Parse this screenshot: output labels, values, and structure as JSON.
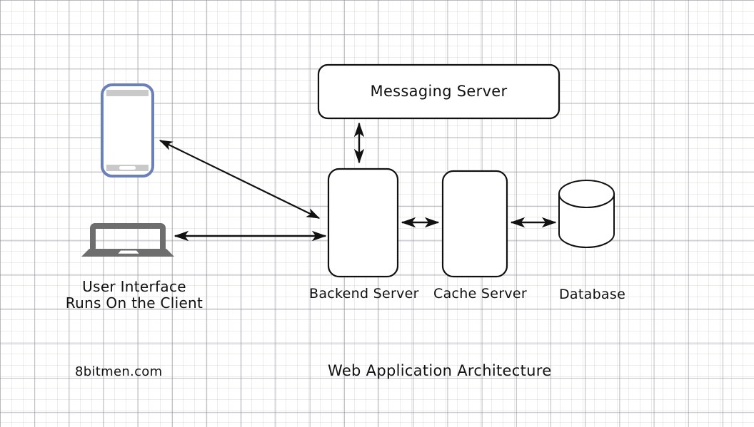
{
  "diagram": {
    "title": "Web Application Architecture",
    "watermark": "8bitmen.com",
    "background": "grid-paper",
    "stroke_color": "#111111",
    "phone_border_color": "#6b80b8",
    "phone_bezel_color": "#c9c9c9",
    "laptop_color": "#6e6e6e",
    "nodes": [
      {
        "id": "messaging-server",
        "label": "Messaging Server",
        "shape": "rounded-rect"
      },
      {
        "id": "backend-server",
        "label": "Backend Server",
        "shape": "rounded-rect"
      },
      {
        "id": "cache-server",
        "label": "Cache Server",
        "shape": "rounded-rect"
      },
      {
        "id": "database",
        "label": "Database",
        "shape": "cylinder"
      },
      {
        "id": "smartphone",
        "label": "",
        "shape": "phone-icon"
      },
      {
        "id": "laptop",
        "label": "",
        "shape": "laptop-icon"
      }
    ],
    "client_caption": {
      "line1": "User Interface",
      "line2": "Runs On the Client"
    },
    "connections": [
      {
        "from": "backend-server",
        "to": "messaging-server",
        "type": "double-arrow",
        "orientation": "vertical"
      },
      {
        "from": "smartphone",
        "to": "backend-server",
        "type": "double-arrow",
        "orientation": "diagonal"
      },
      {
        "from": "laptop",
        "to": "backend-server",
        "type": "double-arrow",
        "orientation": "horizontal"
      },
      {
        "from": "backend-server",
        "to": "cache-server",
        "type": "double-arrow",
        "orientation": "horizontal"
      },
      {
        "from": "cache-server",
        "to": "database",
        "type": "double-arrow",
        "orientation": "horizontal"
      }
    ]
  }
}
